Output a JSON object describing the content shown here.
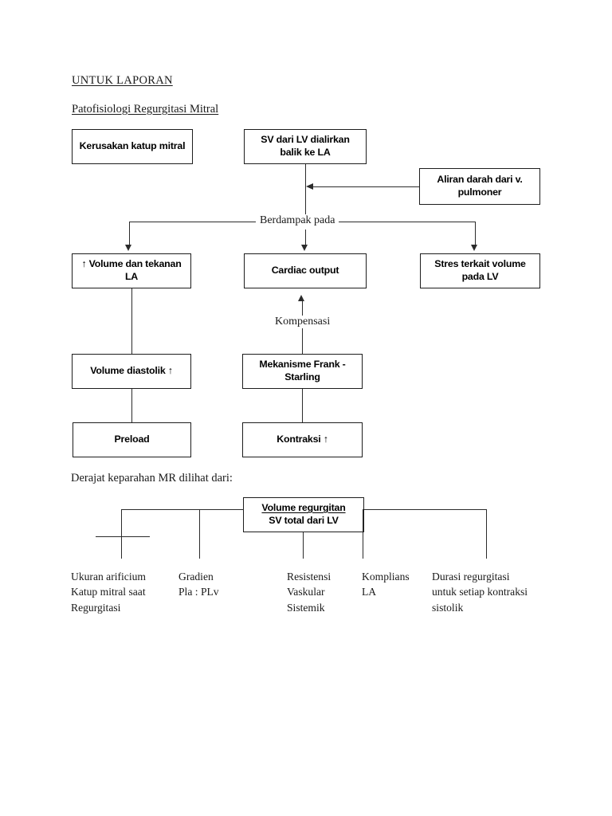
{
  "document": {
    "heading_main": "UNTUK LAPORAN",
    "heading_sub": "Patofisiologi Regurgitasi Mitral",
    "severity_intro": "Derajat keparahan MR dilihat dari:"
  },
  "diagram": {
    "boxes": {
      "kerusakan_katup": "Kerusakan katup mitral",
      "sv_dari_lv": "SV dari LV dialirkan balik ke LA",
      "aliran_darah": "Aliran darah dari v. pulmoner",
      "volume_tekanan_la": "↑ Volume dan tekanan LA",
      "cardiac_output": "Cardiac output",
      "stres_volume_lv": "Stres terkait volume pada LV",
      "volume_diastolik": "Volume diastolik ↑",
      "frank_starling": "Mekanisme Frank - Starling",
      "preload": "Preload",
      "kontraksi": "Kontraksi ↑",
      "regurgitan_numerator": "Volume regurgitan",
      "regurgitan_denominator": "SV total dari LV"
    },
    "connector_labels": {
      "berdampak_pada": "Berdampak pada",
      "kompensasi": "Kompensasi"
    }
  },
  "severity_factors": [
    "Ukuran arificium\nKatup mitral saat\nRegurgitasi",
    "Gradien\nPla : PLv",
    "Resistensi\nVaskular\nSistemik",
    "Komplians\nLA",
    "Durasi regurgitasi\nuntuk setiap kontraksi\nsistolik"
  ],
  "colors": {
    "ink": "#1a1a1a",
    "line": "#2b2b2b",
    "background": "#ffffff"
  }
}
